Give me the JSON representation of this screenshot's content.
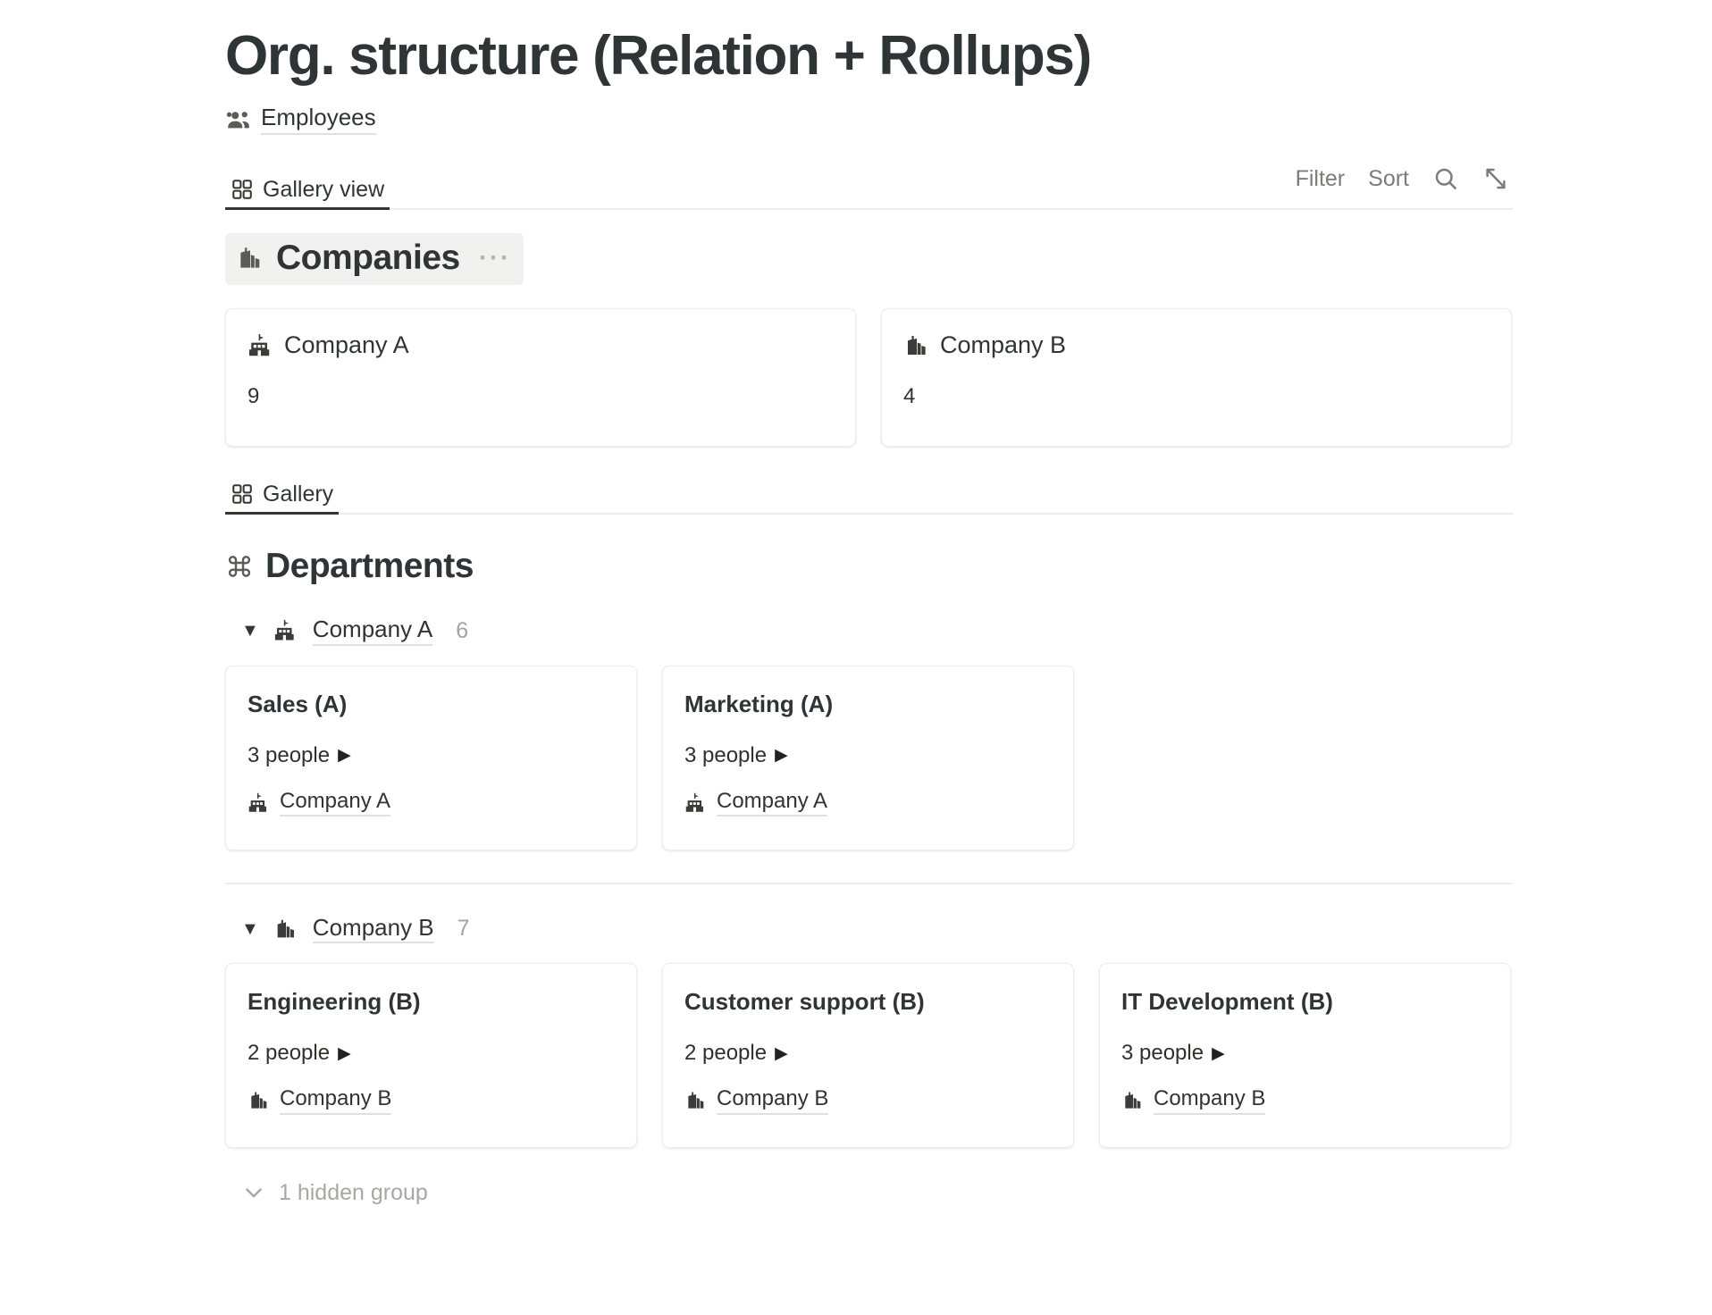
{
  "page": {
    "title": "Org. structure (Relation + Rollups)"
  },
  "database_link": {
    "icon": "people-group-icon",
    "label": "Employees"
  },
  "views": {
    "employees_view": {
      "icon": "gallery-grid-icon",
      "label": "Gallery view"
    },
    "departments_view": {
      "icon": "gallery-grid-icon",
      "label": "Gallery"
    }
  },
  "toolbar": {
    "filter_label": "Filter",
    "sort_label": "Sort",
    "search_icon": "search-icon",
    "expand_icon": "expand-diagonal-icon"
  },
  "companies_section": {
    "icon": "factory-building-icon",
    "title": "Companies",
    "menu_dots": "···",
    "cards": [
      {
        "icon": "institution-building-icon",
        "name": "Company A",
        "count": "9"
      },
      {
        "icon": "factory-building-icon",
        "name": "Company B",
        "count": "4"
      }
    ]
  },
  "departments_section": {
    "icon": "command-loop-icon",
    "title": "Departments",
    "groups": [
      {
        "caret": "▼",
        "icon": "institution-building-icon",
        "label": "Company A",
        "count": "6",
        "cards": [
          {
            "title": "Sales (A)",
            "people": "3 people",
            "play": "▶",
            "relation_icon": "institution-building-icon",
            "relation": "Company A"
          },
          {
            "title": "Marketing (A)",
            "people": "3 people",
            "play": "▶",
            "relation_icon": "institution-building-icon",
            "relation": "Company A"
          }
        ]
      },
      {
        "caret": "▼",
        "icon": "factory-building-icon",
        "label": "Company B",
        "count": "7",
        "cards": [
          {
            "title": "Engineering (B)",
            "people": "2 people",
            "play": "▶",
            "relation_icon": "factory-building-icon",
            "relation": "Company B"
          },
          {
            "title": "Customer support (B)",
            "people": "2 people",
            "play": "▶",
            "relation_icon": "factory-building-icon",
            "relation": "Company B"
          },
          {
            "title": "IT Development (B)",
            "people": "3 people",
            "play": "▶",
            "relation_icon": "factory-building-icon",
            "relation": "Company B"
          }
        ]
      }
    ],
    "hidden_group": {
      "icon": "chevron-down-icon",
      "label": "1 hidden group"
    }
  },
  "colors": {
    "text": "#2f3437",
    "muted": "#a5a39f",
    "toolbar": "#7c7c78",
    "card_border": "#ececeb",
    "highlight_bg": "#f1f1ef",
    "underline": "#e0e0de"
  }
}
